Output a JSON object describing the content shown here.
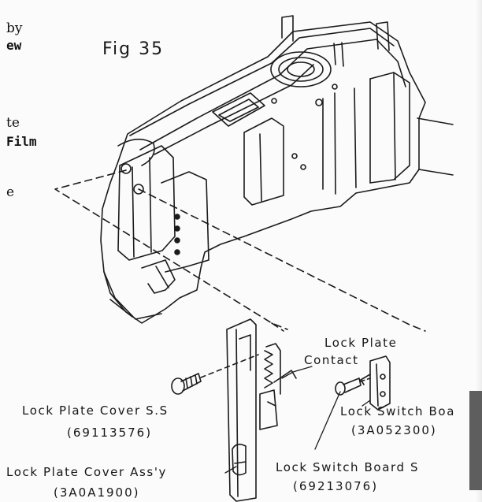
{
  "page_fragments": {
    "line1": "by",
    "line2": "ew",
    "line3": "te",
    "line4": "Film",
    "line5": "e"
  },
  "figure": {
    "title": "Fig 35"
  },
  "labels": {
    "lock_plate_contact_1": "Lock Plate",
    "lock_plate_contact_2": "Contact",
    "cover_ss": "Lock Plate Cover S.S",
    "cover_ss_pn": "(69113576)",
    "switch_board": "Lock Switch Boa",
    "switch_board_pn": "(3A052300)",
    "cover_assy": "Lock Plate Cover Ass'y",
    "cover_assy_pn": "(3A0A1900)",
    "switch_board_ss": "Lock Switch Board S",
    "switch_board_ss_pn": "(69213076)"
  },
  "colors": {
    "ink": "#151515",
    "paper": "#fbfbfb",
    "scan_bar": "#5e5e5e"
  }
}
